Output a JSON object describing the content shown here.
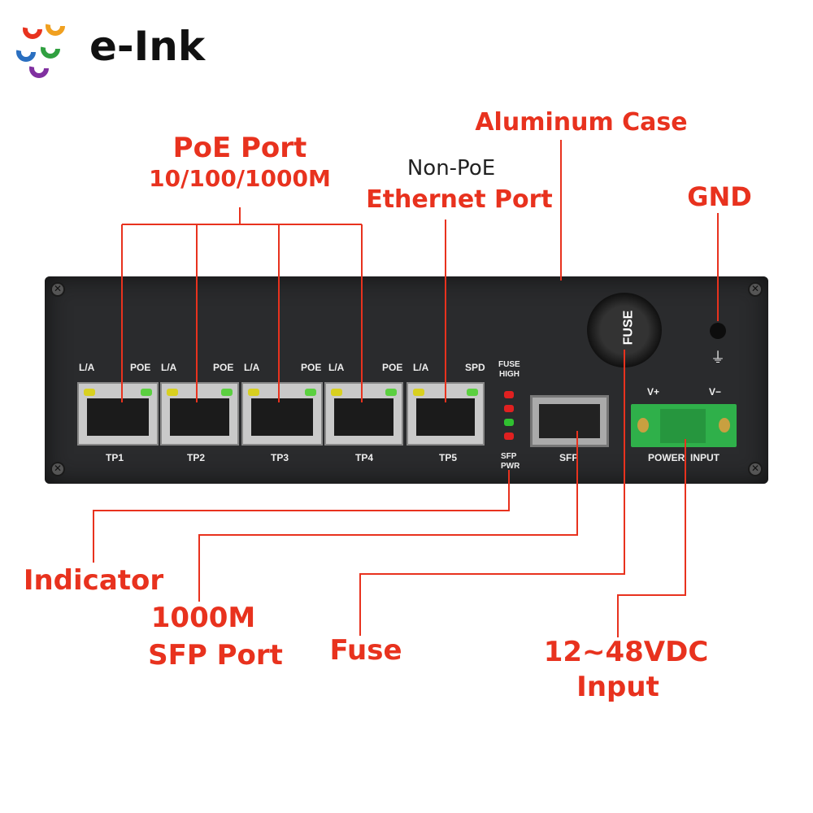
{
  "brand": {
    "name": "e-Ink"
  },
  "callouts": {
    "poe_port": "PoE Port",
    "poe_speed": "10/100/1000M",
    "non_poe": "Non-PoE",
    "ethernet_port": "Ethernet Port",
    "aluminum_case": "Aluminum Case",
    "gnd": "GND",
    "indicator": "Indicator",
    "sfp_line1": "1000M",
    "sfp_line2": "SFP Port",
    "fuse": "Fuse",
    "input_line1": "12~48VDC",
    "input_line2": "Input"
  },
  "panel": {
    "top_labels": [
      "L/A",
      "POE",
      "L/A",
      "POE",
      "L/A",
      "POE",
      "L/A",
      "POE",
      "L/A",
      "SPD"
    ],
    "ports": [
      "TP1",
      "TP2",
      "TP3",
      "TP4",
      "TP5"
    ],
    "fuse_high": [
      "FUSE",
      "HIGH"
    ],
    "sfp_pwr": [
      "SFP",
      "PWR"
    ],
    "sfp": "SFP",
    "fuse_knob": "FUSE",
    "vplus": "V+",
    "vminus": "V−",
    "power_input": "POWER  INPUT"
  },
  "colors": {
    "accent": "#e8321e",
    "led_yellow": "#d8d020",
    "led_green": "#5bd040",
    "led_red": "#e02020",
    "terminal": "#2fb04a"
  }
}
